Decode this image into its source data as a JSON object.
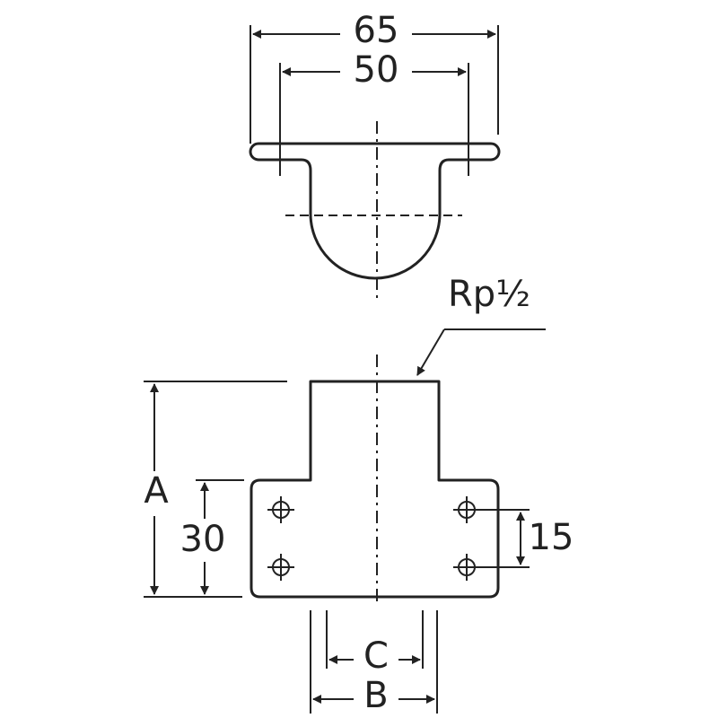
{
  "top_view": {
    "dim_outer": "65",
    "dim_inner": "50"
  },
  "front_view": {
    "thread_label": "Rp½",
    "dim_height": "A",
    "dim_plate_height": "30",
    "dim_hole_pitch": "15",
    "dim_inner_width": "C",
    "dim_outer_width": "B"
  }
}
